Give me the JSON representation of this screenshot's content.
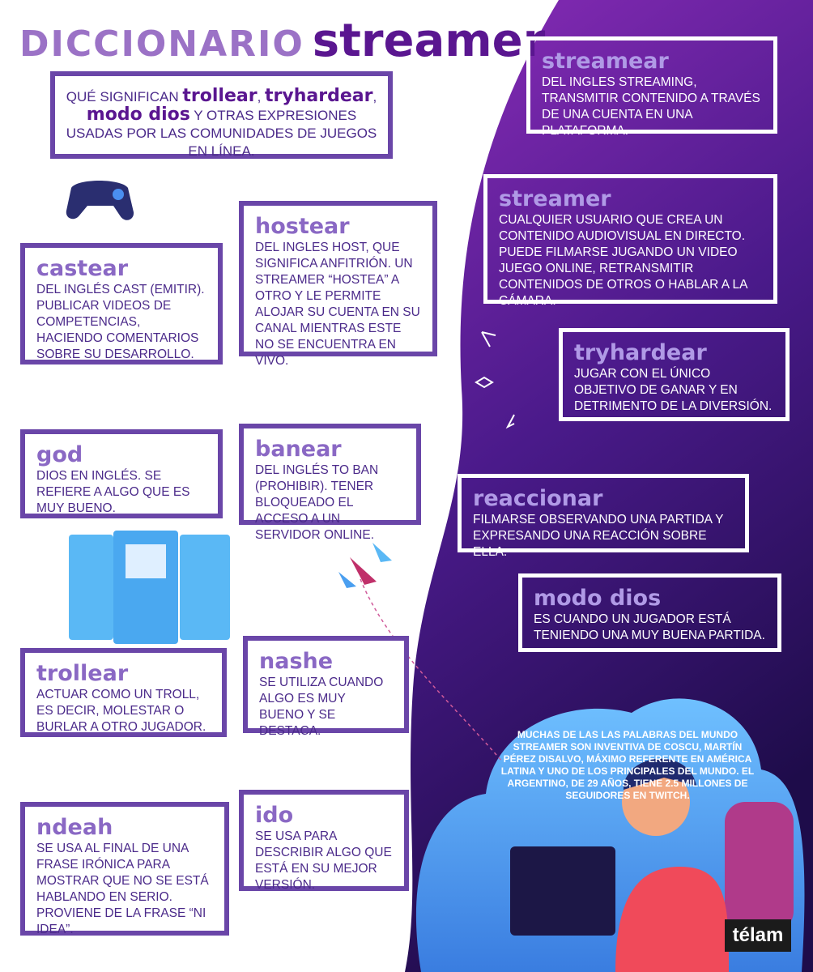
{
  "title": {
    "part1": "DICCIONARIO",
    "part2": "streamer"
  },
  "intro": {
    "prefix": "QUÉ SIGNIFICAN ",
    "t1": "trollear",
    ",": ", ",
    "t2": "tryhardear",
    "t3": "modo dios",
    "rest": " Y OTRAS EXPRESIONES USADAS POR LAS COMUNIDADES DE JUEGOS EN LÍNEA."
  },
  "entries": {
    "castear": {
      "term": "castear",
      "text": "DEL INGLÉS CAST (EMITIR). PUBLICAR VIDEOS DE COMPETENCIAS, HACIENDO COMENTARIOS SOBRE SU DESARROLLO."
    },
    "hostear": {
      "term": "hostear",
      "text": "DEL INGLES HOST, QUE SIGNIFICA ANFITRIÓN. UN STREAMER “HOSTEA” A OTRO Y LE PERMITE ALOJAR SU CUENTA EN SU CANAL MIENTRAS ESTE NO SE ENCUENTRA EN VIVO."
    },
    "god": {
      "term": "god",
      "text": "DIOS EN INGLÉS. SE REFIERE A ALGO QUE ES MUY BUENO."
    },
    "banear": {
      "term": "banear",
      "text": "DEL INGLÉS TO BAN (PROHIBIR). TENER BLOQUEADO EL ACCESO A UN SERVIDOR ONLINE."
    },
    "trollear": {
      "term": "trollear",
      "text": "ACTUAR COMO UN TROLL, ES DECIR, MOLESTAR O BURLAR A OTRO JUGADOR."
    },
    "nashe": {
      "term": "nashe",
      "text": "SE UTILIZA CUANDO ALGO ES MUY BUENO Y SE DESTACA."
    },
    "ndeah": {
      "term": "ndeah",
      "text": "SE USA AL FINAL DE UNA FRASE IRÓNICA PARA MOSTRAR QUE NO SE ESTÁ HABLANDO EN SERIO. PROVIENE DE LA FRASE “NI IDEA”."
    },
    "ido": {
      "term": "ido",
      "text": "SE USA PARA DESCRIBIR ALGO QUE ESTÁ EN SU MEJOR VERSIÓN."
    },
    "streamear": {
      "term": "streamear",
      "text": "DEL INGLES STREAMING, TRANSMITIR CONTENIDO A TRAVÉS DE UNA CUENTA EN UNA PLATAFORMA."
    },
    "streamer": {
      "term": "streamer",
      "text": "CUALQUIER USUARIO QUE CREA UN CONTENIDO AUDIOVISUAL EN DIRECTO. PUEDE FILMARSE JUGANDO UN VIDEO JUEGO ONLINE, RETRANSMITIR CONTENIDOS DE OTROS O HABLAR A LA CÁMARA."
    },
    "tryhardear": {
      "term": "tryhardear",
      "text": "JUGAR CON EL ÚNICO OBJETIVO DE GANAR Y EN DETRIMENTO DE LA DIVERSIÓN."
    },
    "reaccionar": {
      "term": "reaccionar",
      "text": "FILMARSE OBSERVANDO UNA PARTIDA Y EXPRESANDO UNA REACCIÓN SOBRE ELLA."
    },
    "mododios": {
      "term": "modo dios",
      "text": "ES CUANDO UN JUGADOR ESTÁ TENIENDO UNA MUY BUENA PARTIDA."
    }
  },
  "cloud": "MUCHAS DE LAS LAS PALABRAS DEL MUNDO STREAMER SON INVENTIVA DE COSCU, MARTÍN PÉREZ DISALVO, MÁXIMO REFERENTE EN AMÉRICA LATINA Y UNO DE LOS PRINCIPALES DEL MUNDO. EL ARGENTINO, DE 29 AÑOS, TIENE 2.5 MILLONES DE SEGUIDORES EN TWITCH.",
  "logo": "télam",
  "colors": {
    "purple_dark": "#2a0f5e",
    "purple": "#7a2ab0",
    "border": "#6a46a8",
    "cloud": "#4a9ff0"
  }
}
